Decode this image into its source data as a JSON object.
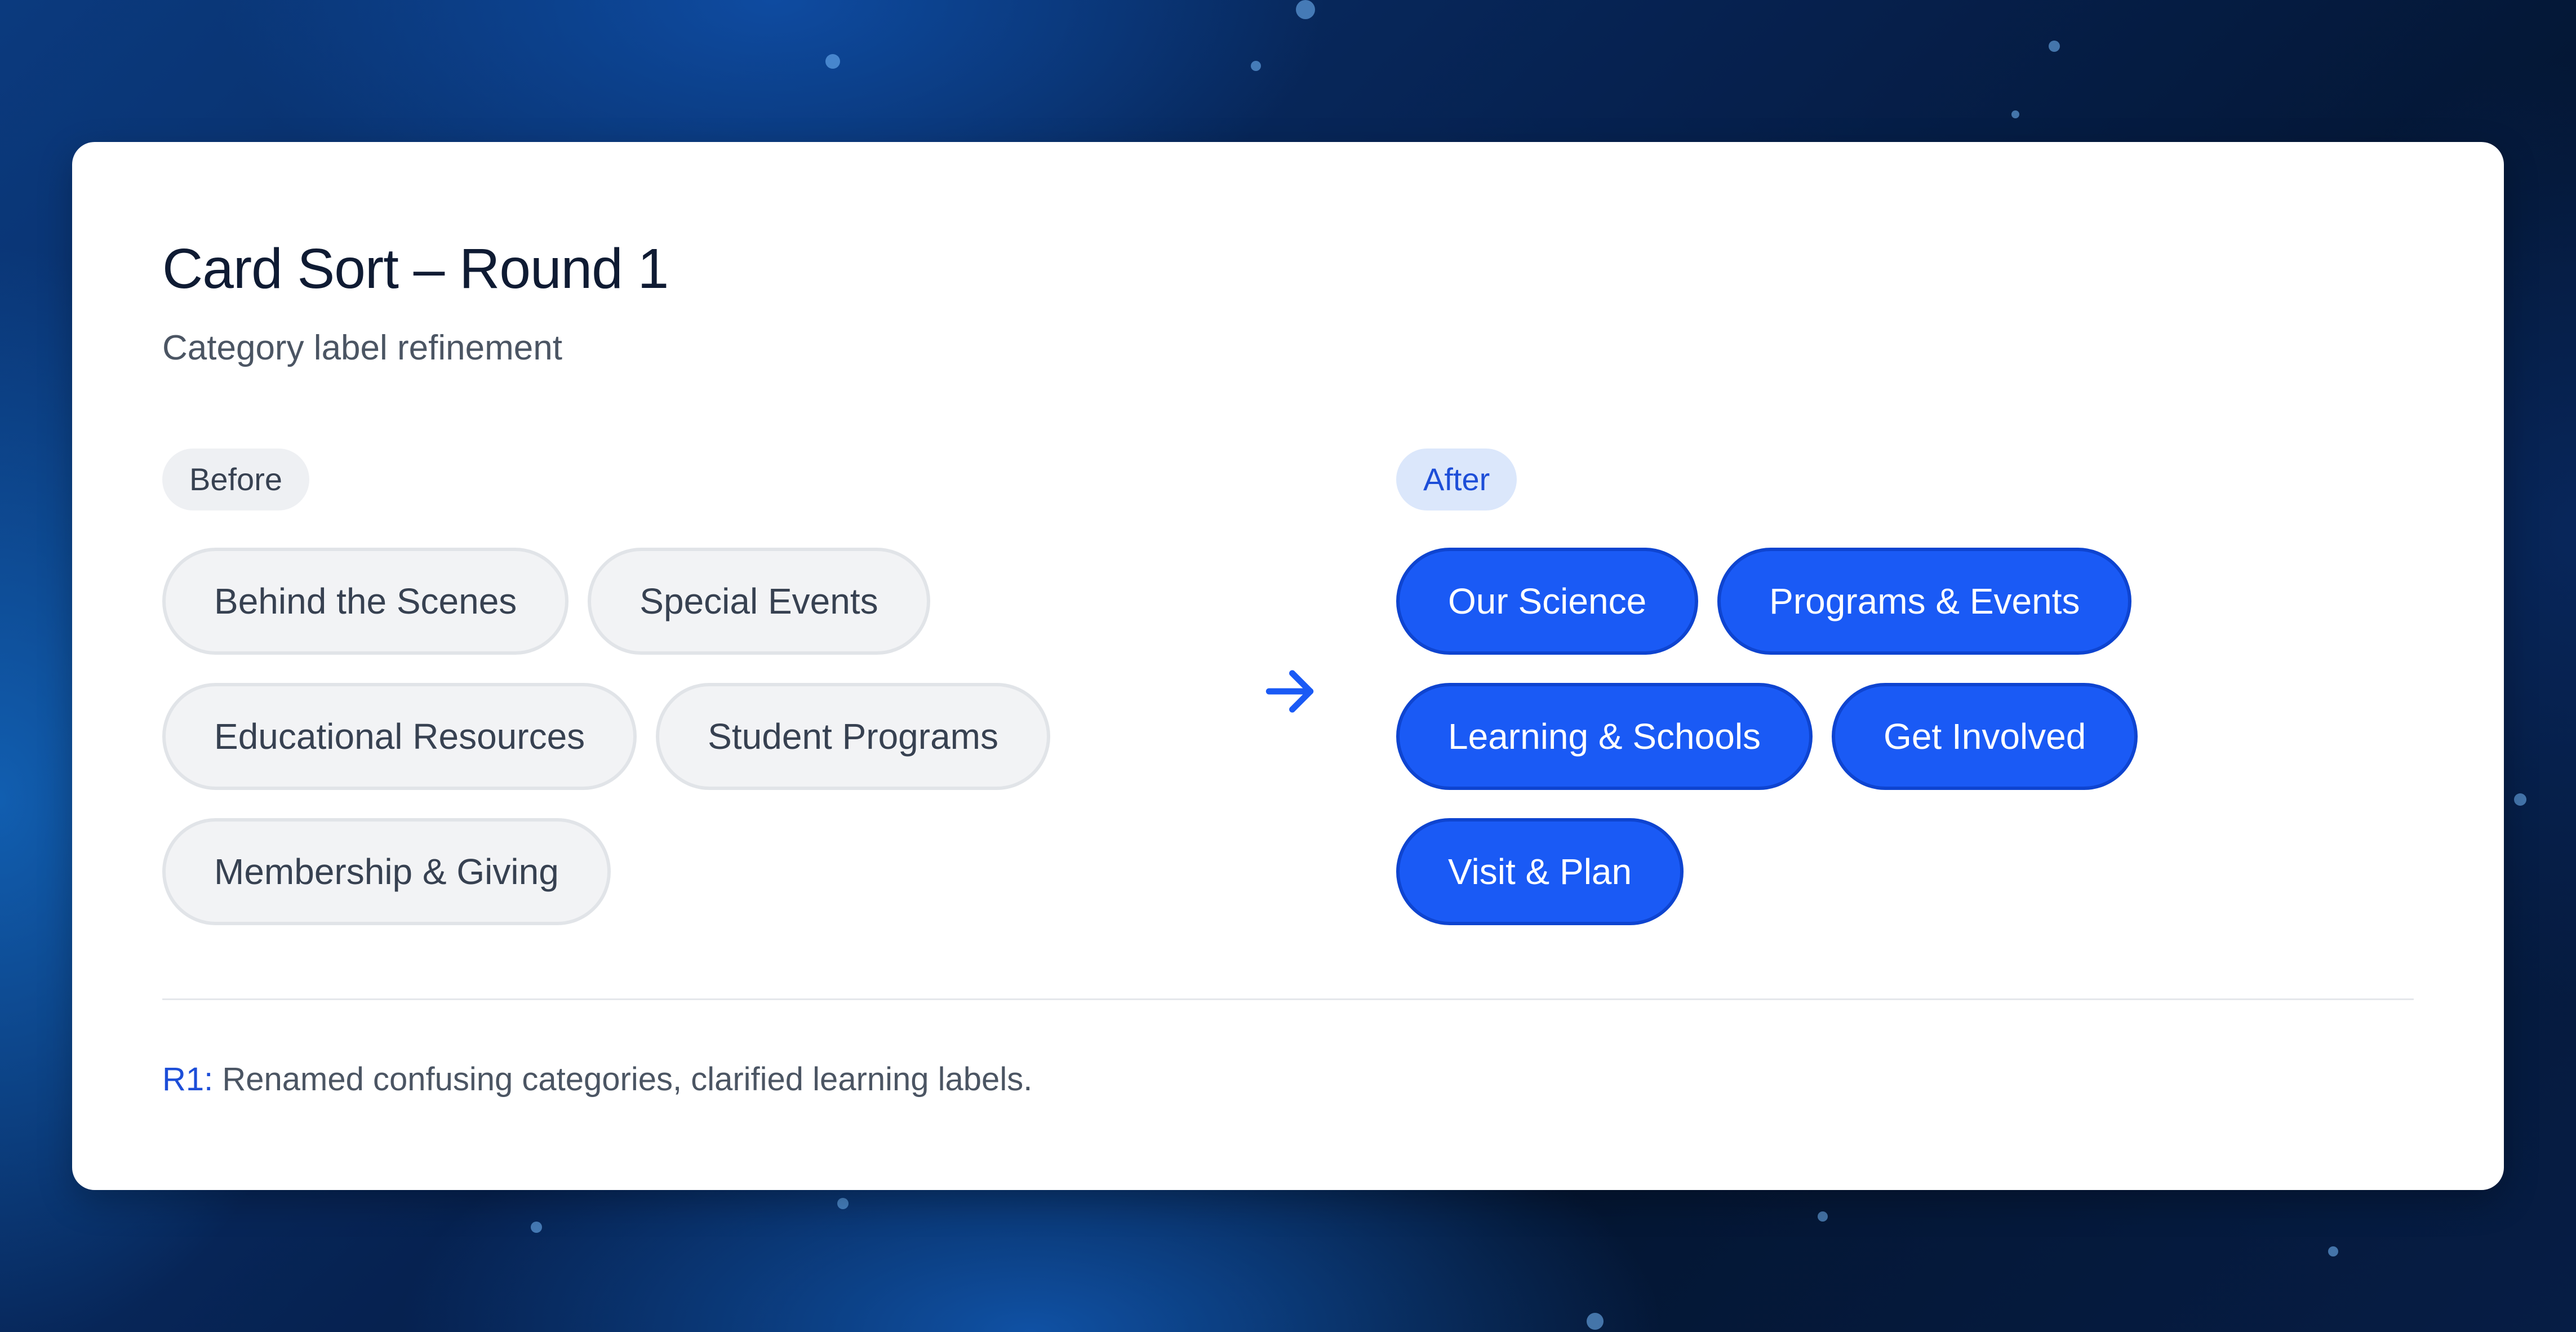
{
  "header": {
    "title": "Card Sort – Round 1",
    "subtitle": "Category label refinement"
  },
  "before": {
    "label": "Before",
    "rows": [
      [
        "Behind the Scenes",
        "Special Events"
      ],
      [
        "Educational Resources",
        "Student Programs"
      ],
      [
        "Membership & Giving"
      ]
    ]
  },
  "after": {
    "label": "After",
    "rows": [
      [
        "Our Science",
        "Programs & Events"
      ],
      [
        "Learning & Schools",
        "Get Involved"
      ],
      [
        "Visit & Plan"
      ]
    ]
  },
  "arrow_icon": "arrow-right-icon",
  "note": {
    "tag": "R1:",
    "text": " Renamed confusing categories, clarified learning labels."
  },
  "colors": {
    "accent": "#1a5af5",
    "tag_text": "#1d4ed8",
    "before_pill_bg": "#f2f3f5",
    "title_text": "#0f1b33"
  }
}
